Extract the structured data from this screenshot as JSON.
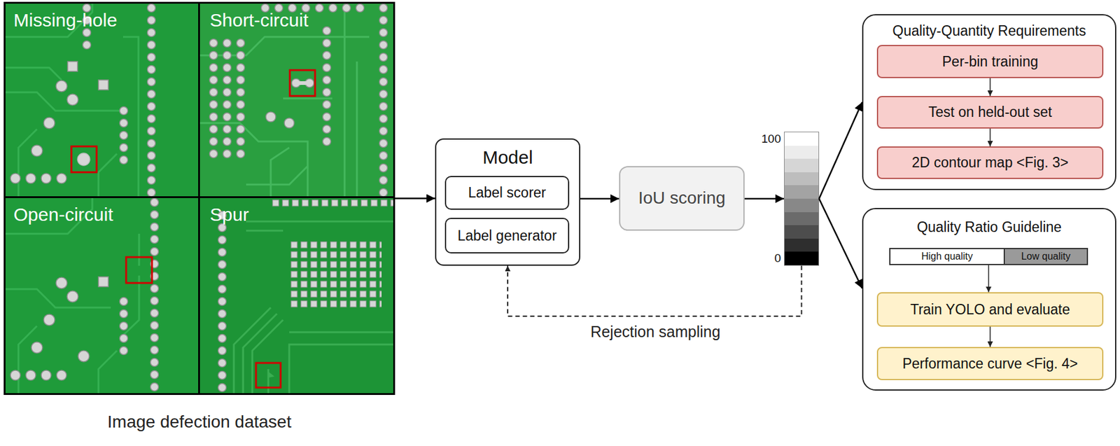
{
  "diagram": {
    "nodes": [
      {
        "text": [
          "Image defection dataset"
        ]
      },
      {
        "text": [
          "Missing-hole"
        ],
        "in": 0
      },
      {
        "text": [
          "Short-circuit"
        ],
        "in": 0
      },
      {
        "text": [
          "Open-circuit"
        ],
        "in": 0
      },
      {
        "text": [
          "Spur"
        ],
        "in": 0
      },
      {
        "text": [
          "Model"
        ]
      },
      {
        "text": [
          "Label scorer"
        ],
        "in": 5
      },
      {
        "text": [
          "Label generator"
        ],
        "in": 5
      },
      {
        "text": [
          "IoU scoring"
        ]
      },
      {
        "text": [
          "100",
          "0"
        ]
      },
      {
        "text": [
          "Quality-Quantity Requirements"
        ]
      },
      {
        "text": [
          "Per-bin training"
        ],
        "in": 10
      },
      {
        "text": [
          "Test on held-out set"
        ],
        "in": 10
      },
      {
        "text": [
          "2D contour map <Fig. 3>"
        ],
        "in": 10
      },
      {
        "text": [
          "Quality Ratio Guideline"
        ]
      },
      {
        "text": [
          "High quality",
          "Low quality"
        ],
        "in": 14
      },
      {
        "text": [
          "Train YOLO and evaluate"
        ],
        "in": 14
      },
      {
        "text": [
          "Performance curve <Fig. 4>"
        ],
        "in": 14
      }
    ],
    "edges": [
      {
        "from": 0,
        "to": 5,
        "arrow": "to"
      },
      {
        "from": 5,
        "to": 8,
        "arrow": "to"
      },
      {
        "from": 8,
        "to": 9,
        "arrow": "to"
      },
      {
        "from": 9,
        "to": 10,
        "arrow": "to"
      },
      {
        "from": 9,
        "to": 14,
        "arrow": "to"
      },
      {
        "from": 9,
        "to": 5,
        "label": "Rejection sampling",
        "arrow": "to"
      },
      {
        "from": 11,
        "to": 12,
        "arrow": "to"
      },
      {
        "from": 12,
        "to": 13,
        "arrow": "to"
      },
      {
        "from": 15,
        "to": 16,
        "arrow": "to"
      },
      {
        "from": 16,
        "to": 17,
        "arrow": "to"
      }
    ]
  }
}
